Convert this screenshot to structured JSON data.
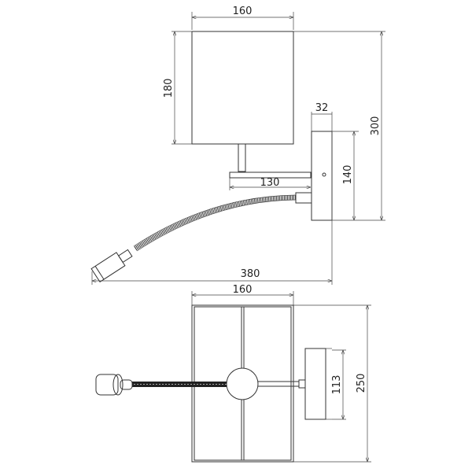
{
  "side_view": {
    "shade_width": "160",
    "shade_height": "180",
    "total_height": "300",
    "plate_depth": "32",
    "plate_height": "140",
    "arm_length": "130",
    "total_projection": "380"
  },
  "top_view": {
    "shade_width": "160",
    "shade_depth": "250",
    "plate_width": "113"
  },
  "colors": {
    "line": "#333333",
    "background": "#ffffff"
  }
}
